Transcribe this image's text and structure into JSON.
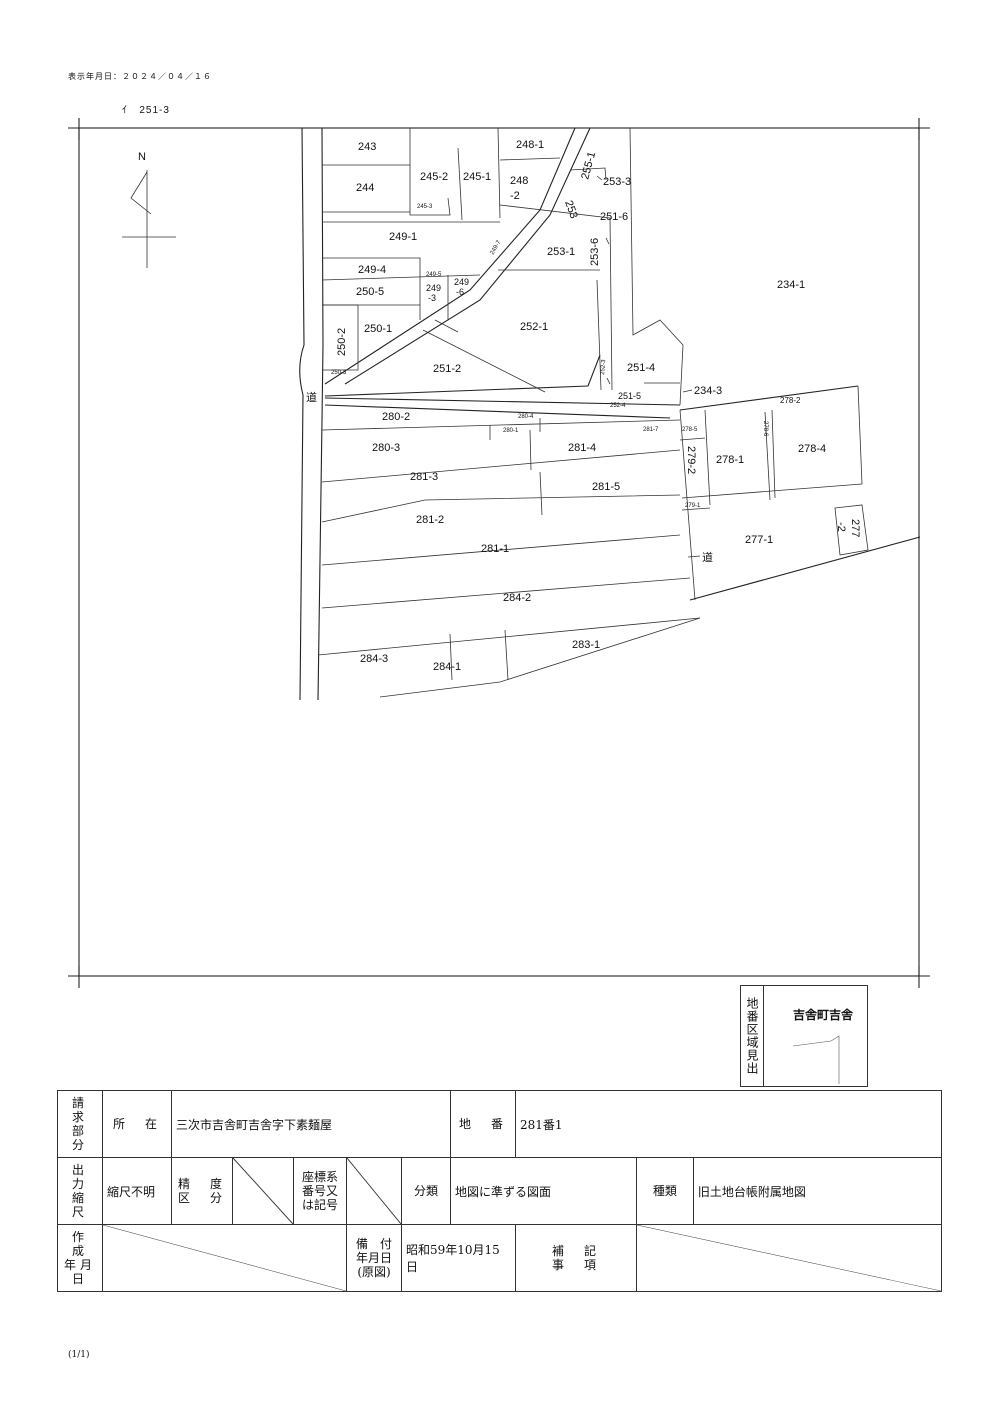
{
  "header": {
    "display_date": "表示年月日：２０２４／０４／１６",
    "ref_number": "251-3"
  },
  "map": {
    "north_label": "N",
    "road_label": "道",
    "parcels": [
      "243",
      "244",
      "245-2",
      "245-1",
      "245-3",
      "248-1",
      "248\n-2",
      "255-1",
      "253\n-2",
      "253-3",
      "251-6",
      "249-1",
      "249-7",
      "253-1",
      "253-6",
      "234-1",
      "249-4",
      "249-5",
      "249\n-3",
      "249\n-6",
      "250-5",
      "250-2",
      "250-1",
      "252-1",
      "251-2",
      "250-3",
      "251-4",
      "252-3",
      "251-5",
      "252-4",
      "234-3",
      "278-2",
      "280-2",
      "280-4",
      "280-1",
      "281-7",
      "278-5",
      "278-6",
      "280-3",
      "281-4",
      "278-1",
      "279-2",
      "278-4",
      "281-3",
      "281-5",
      "279-1",
      "281-2",
      "277-1",
      "277\n-2",
      "281-1",
      "284-2",
      "283-1",
      "284-3",
      "284-1"
    ]
  },
  "region_box": {
    "title": "地番区域見出",
    "name": "吉舎町吉舎"
  },
  "info_table": {
    "requester_label": "請 求\n部 分",
    "location_label": "所　在",
    "location_value": "三次市吉舎町吉舎字下素麺屋",
    "lot_label": "地　番",
    "lot_value": "281番1",
    "scale_label": "出 力\n縮 尺",
    "scale_value": "縮尺不明",
    "accuracy_label": "精　度\n区　分",
    "coord_label": "座標系\n番号又\nは記号",
    "category_label": "分類",
    "category_value": "地図に準ずる図面",
    "type_label": "種類",
    "type_value": "旧土地台帳附属地図",
    "created_label": "作　成\n年月日",
    "registered_label": "備　付\n年月日\n(原図)",
    "registered_value": "昭和59年10月15日",
    "notes_label": "補　記\n事　項"
  },
  "footer": {
    "page": "(1/1)"
  }
}
